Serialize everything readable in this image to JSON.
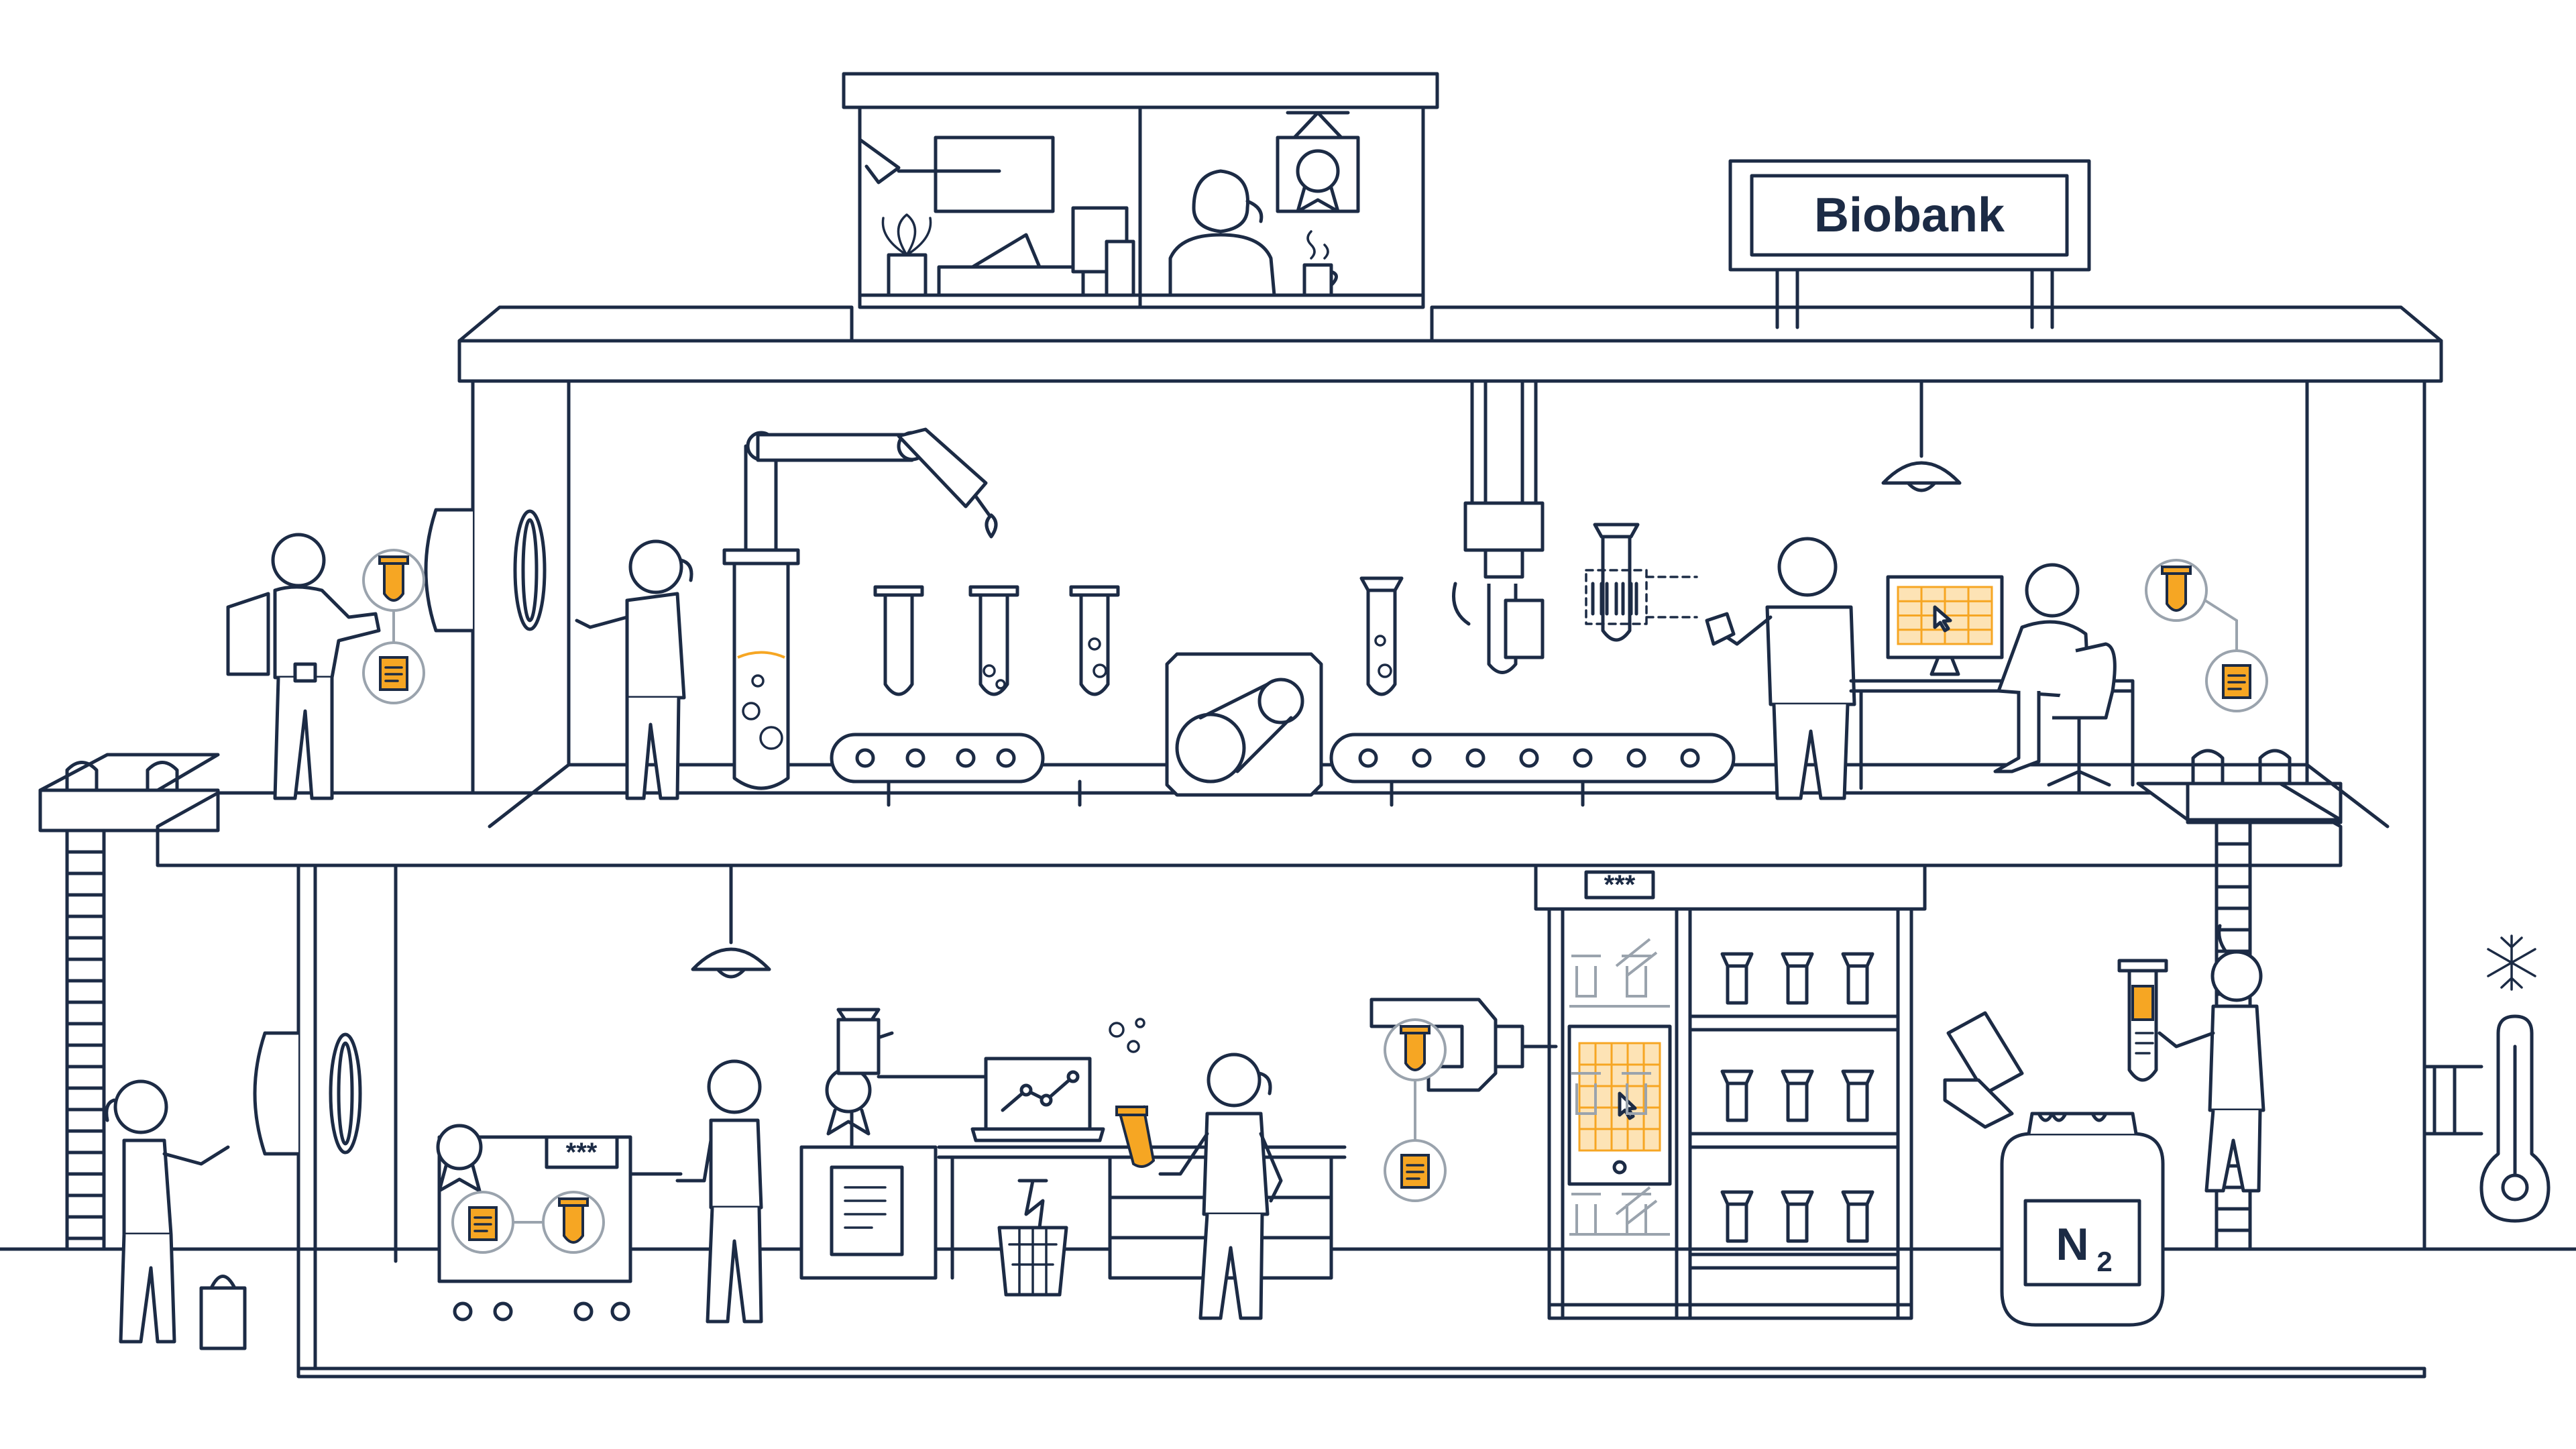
{
  "sign": {
    "title": "Biobank"
  },
  "labels": {
    "storage_code": "***",
    "cabinet_code": "***",
    "nitrogen_tank": "N",
    "nitrogen_subscript": "2"
  },
  "colors": {
    "line": "#1c2b45",
    "accent": "#f6a623",
    "muted": "#9aa3ad"
  },
  "icons": [
    "test-tube-icon",
    "document-icon",
    "certificate-icon",
    "snowflake-icon",
    "thermometer-icon",
    "cursor-icon",
    "chart-icon"
  ]
}
